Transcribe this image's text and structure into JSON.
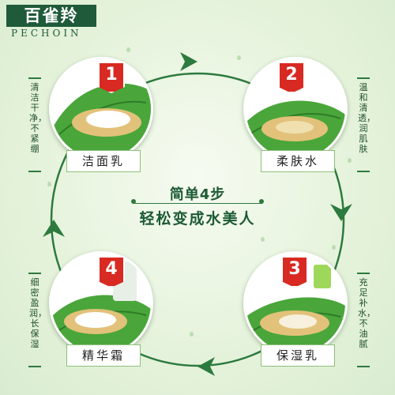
{
  "brand": {
    "name_cn": "百雀羚",
    "name_en": "PECHOIN"
  },
  "center": {
    "line1": "简单4步",
    "line2": "轻松变成水美人"
  },
  "steps": [
    {
      "number": "1",
      "name": "洁面乳",
      "benefit": "清洁干净，不紧绷"
    },
    {
      "number": "2",
      "name": "柔肤水",
      "benefit": "温和清透，润肌肤"
    },
    {
      "number": "3",
      "name": "保湿乳",
      "benefit": "充足补水，不油腻"
    },
    {
      "number": "4",
      "name": "精华霜",
      "benefit": "细密盈润，长保湿"
    }
  ],
  "colors": {
    "brand_green": "#1f5a3a",
    "badge_red": "#d82a22",
    "leaf_green": "#3f9a2f"
  }
}
